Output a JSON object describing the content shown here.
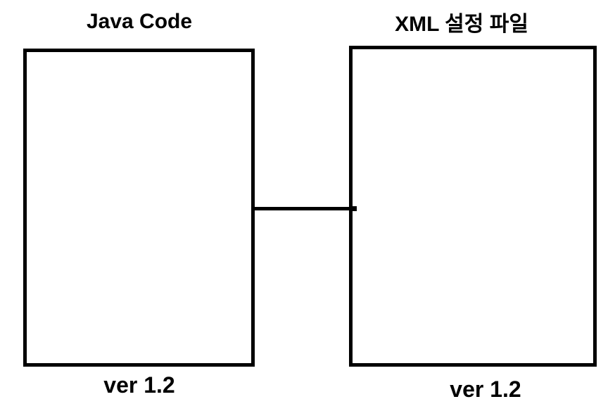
{
  "diagram": {
    "left": {
      "title": "Java Code",
      "version": "ver 1.2"
    },
    "right": {
      "title": "XML 설정 파일",
      "version": "ver 1.2"
    },
    "colors": {
      "line": "#000000",
      "fill": "#ffffff"
    }
  }
}
